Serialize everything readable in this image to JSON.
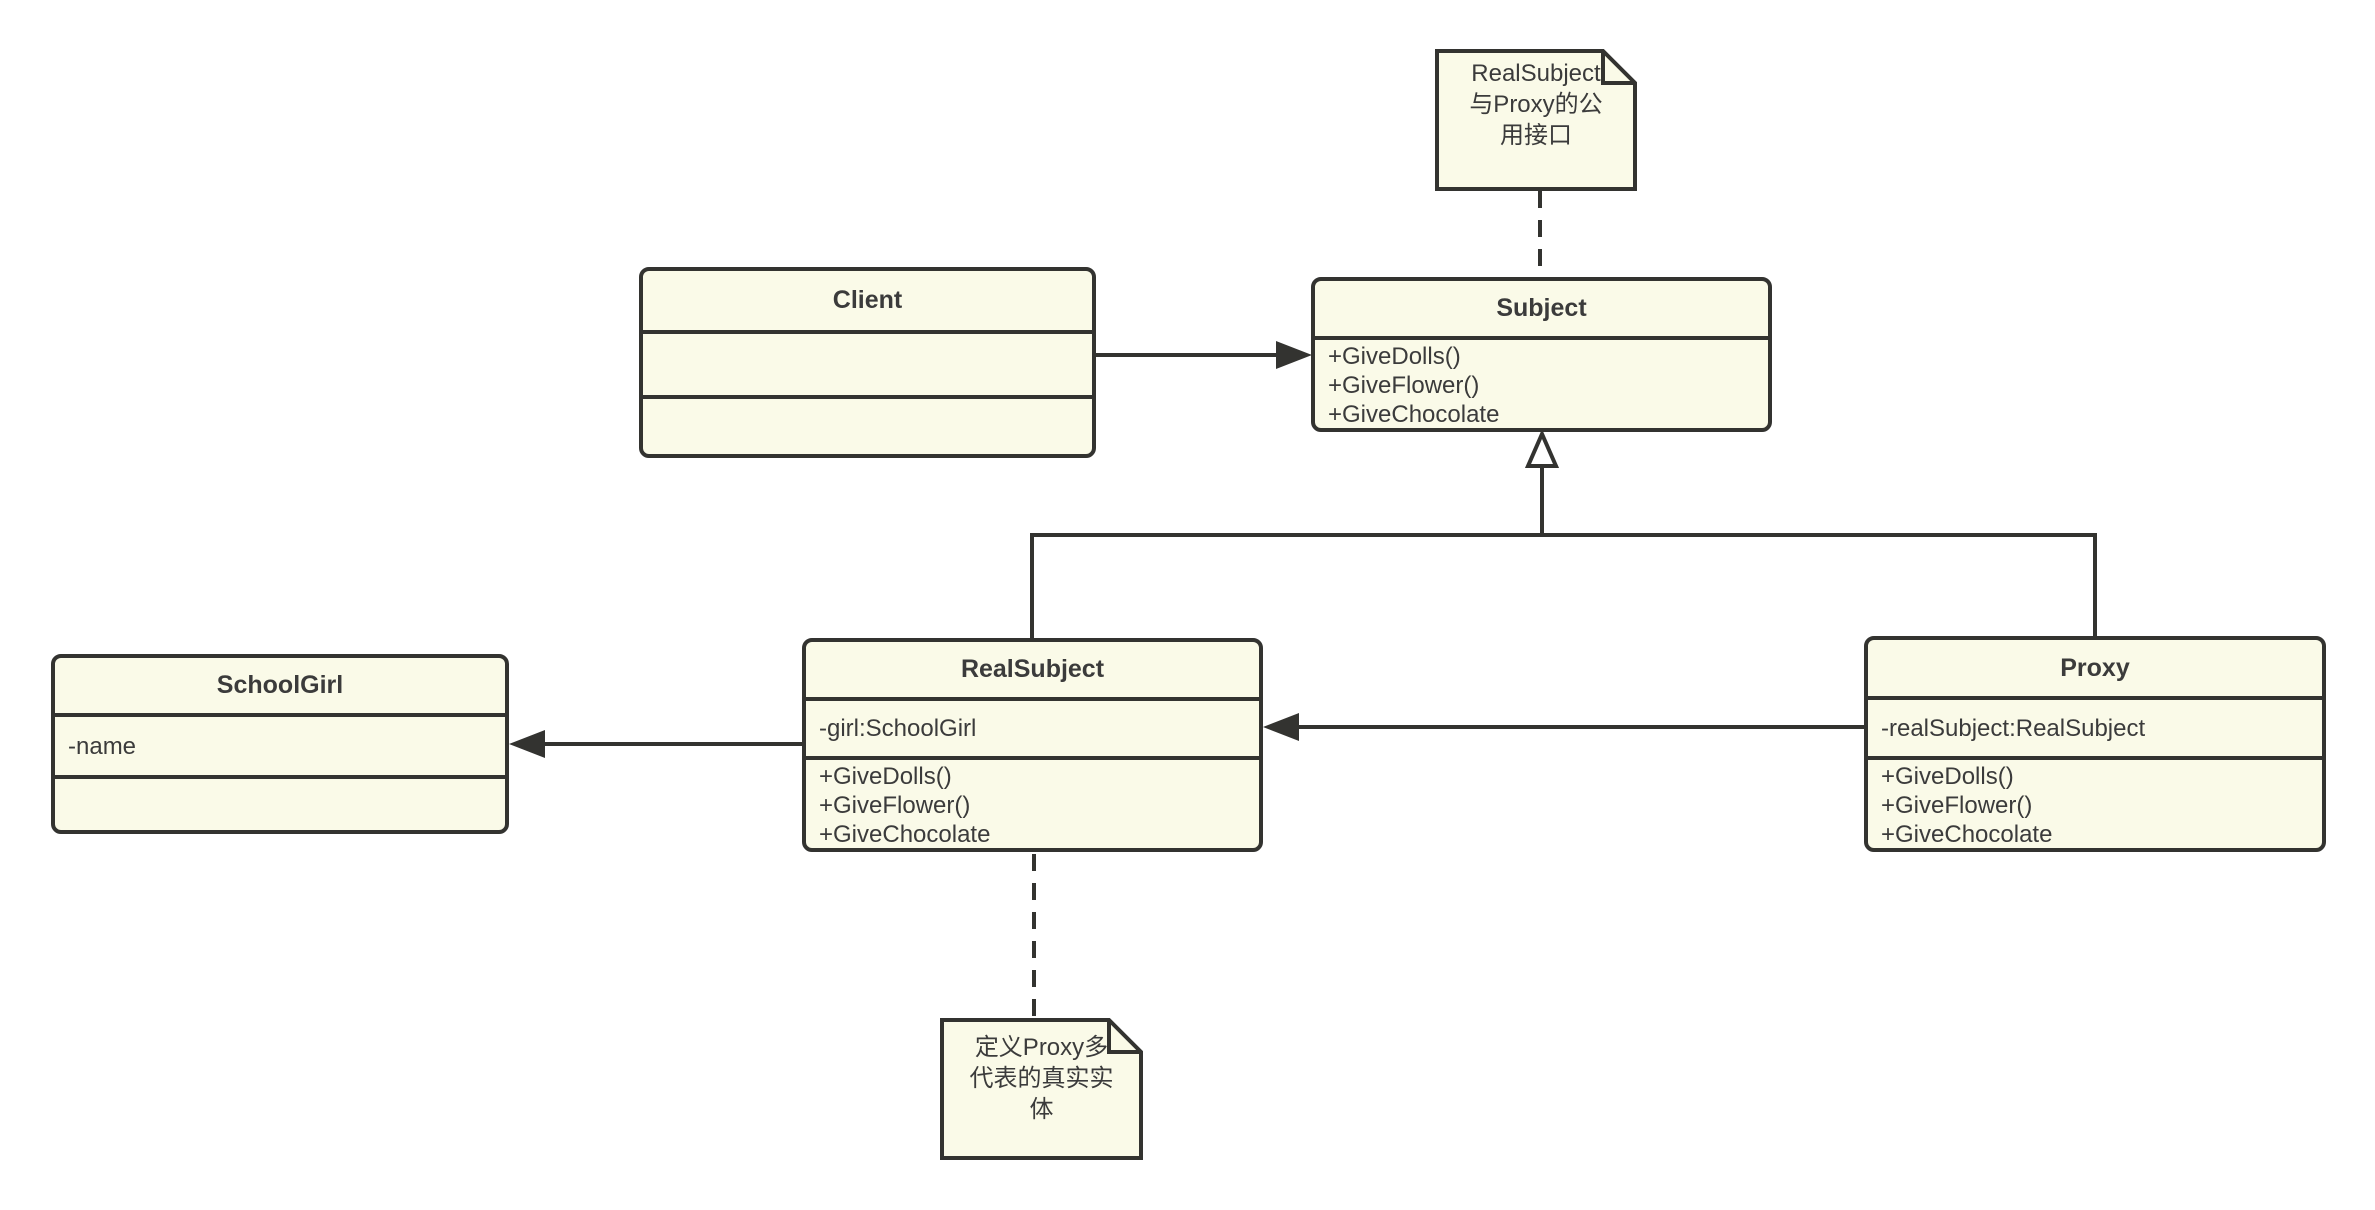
{
  "diagram": {
    "title": "Proxy pattern UML class diagram",
    "colors": {
      "node_fill": "#FAFAE8",
      "stroke": "#333330",
      "text": "#3b3b3b",
      "canvas_bg": "#ffffff"
    },
    "classes": [
      {
        "name": "Client",
        "attributes": [],
        "methods": []
      },
      {
        "name": "Subject",
        "attributes": [],
        "methods": [
          "+GiveDolls()",
          "+GiveFlower()",
          "+GiveChocolate"
        ]
      },
      {
        "name": "RealSubject",
        "attributes": [
          "-girl:SchoolGirl"
        ],
        "methods": [
          "+GiveDolls()",
          "+GiveFlower()",
          "+GiveChocolate"
        ]
      },
      {
        "name": "Proxy",
        "attributes": [
          "-realSubject:RealSubject"
        ],
        "methods": [
          "+GiveDolls()",
          "+GiveFlower()",
          "+GiveChocolate"
        ]
      },
      {
        "name": "SchoolGirl",
        "attributes": [
          "-name"
        ],
        "methods": []
      }
    ],
    "notes": [
      {
        "lines": [
          "RealSubject",
          "与Proxy的公",
          "用接口"
        ],
        "attached_to": "Subject"
      },
      {
        "lines": [
          "定义Proxy多",
          "代表的真实实",
          "体"
        ],
        "attached_to": "RealSubject"
      }
    ],
    "relations": [
      {
        "from": "Client",
        "to": "Subject",
        "type": "association-arrow"
      },
      {
        "from": "RealSubject",
        "to": "Subject",
        "type": "generalization"
      },
      {
        "from": "Proxy",
        "to": "Subject",
        "type": "generalization"
      },
      {
        "from": "Proxy",
        "to": "RealSubject",
        "type": "association-arrow"
      },
      {
        "from": "RealSubject",
        "to": "SchoolGirl",
        "type": "association-arrow"
      },
      {
        "from": "note-0",
        "to": "Subject",
        "type": "dashed-anchor"
      },
      {
        "from": "note-1",
        "to": "RealSubject",
        "type": "dashed-anchor"
      }
    ]
  }
}
